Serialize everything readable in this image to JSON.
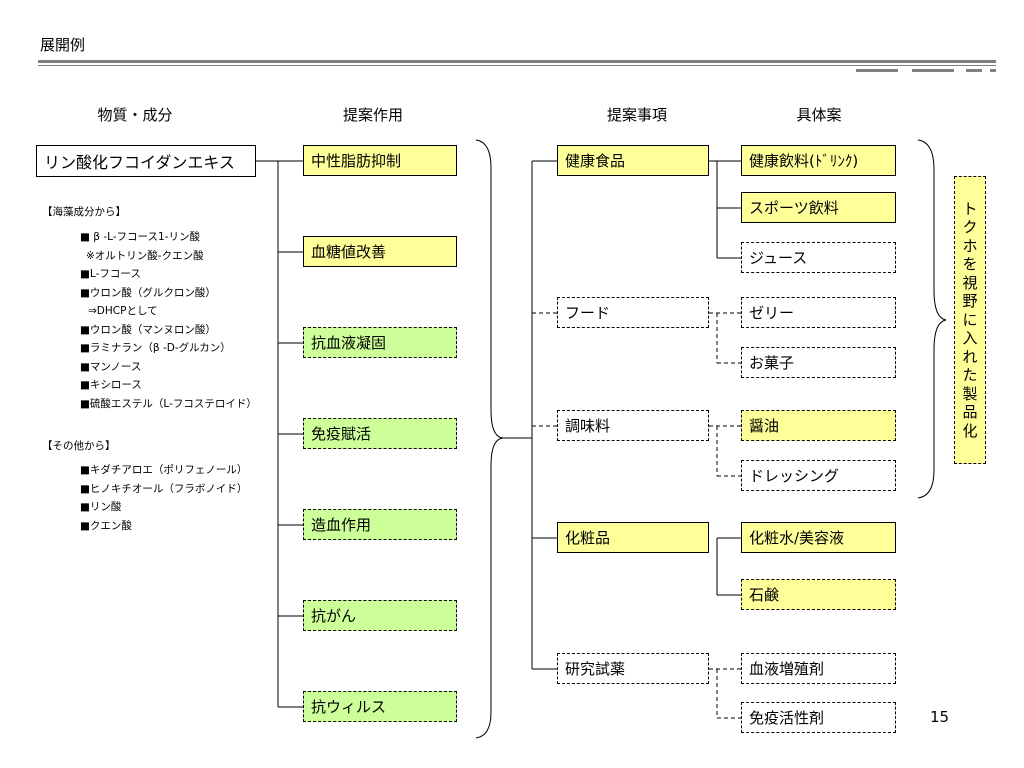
{
  "title": "展開例",
  "headers": {
    "substance": "物質・成分",
    "action": "提案作用",
    "items": "提案事項",
    "concrete": "具体案"
  },
  "main_substance": "リン酸化フコイダンエキス",
  "seaweed": {
    "heading": "【海藻成分から】",
    "lines": [
      "■ β -L-フコース1-リン酸",
      "※オルトリン酸-クエン酸",
      "■L-フコース",
      "■ウロン酸（グルクロン酸）",
      "⇒DHCPとして",
      "■ウロン酸（マンヌロン酸）",
      "■ラミナラン（β -D-グルカン）",
      "■マンノース",
      "■キシロース",
      "■硫酸エステル（L-フコステロイド）"
    ]
  },
  "others": {
    "heading": "【その他から】",
    "lines": [
      "■キダチアロエ（ポリフェノール）",
      "■ヒノキチオール（フラボノイド）",
      "■リン酸",
      "■クエン酸"
    ]
  },
  "actions": [
    "中性脂肪抑制",
    "血糖値改善",
    "抗血液凝固",
    "免疫賦活",
    "造血作用",
    "抗がん",
    "抗ウィルス"
  ],
  "categories": [
    "健康食品",
    "フード",
    "調味料",
    "化粧品",
    "研究試薬"
  ],
  "concrete": [
    "健康飲料(ﾄﾞﾘﾝｸ)",
    "スポーツ飲料",
    "ジュース",
    "ゼリー",
    "お菓子",
    "醤油",
    "ドレッシング",
    "化粧水/美容液",
    "石鹸",
    "血液増殖剤",
    "免疫活性剤"
  ],
  "vertical_note": [
    "ト",
    "ク",
    "ホ",
    "を",
    "視",
    "野",
    "に",
    "入",
    "れ",
    "た",
    "製",
    "品",
    "化"
  ],
  "page_number": "15"
}
